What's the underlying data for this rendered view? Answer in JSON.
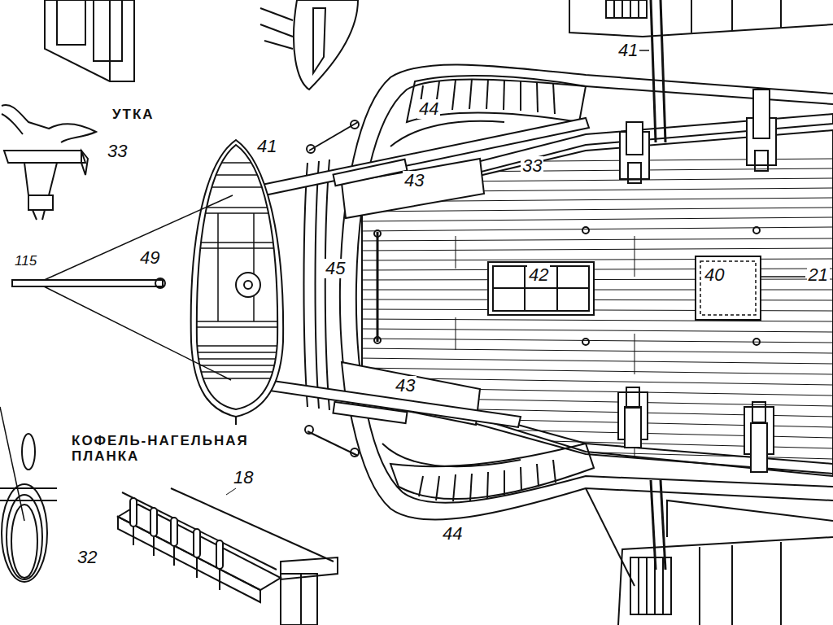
{
  "diagram": {
    "labels": [
      "УТКА",
      "33",
      "41",
      "44",
      "41",
      "33",
      "43",
      "49",
      "115",
      "45",
      "42",
      "40",
      "21",
      "43",
      "44",
      "КОФЕЛЬ-НАГЕЛЬНАЯ ПЛАНКА",
      "18",
      "32"
    ]
  }
}
